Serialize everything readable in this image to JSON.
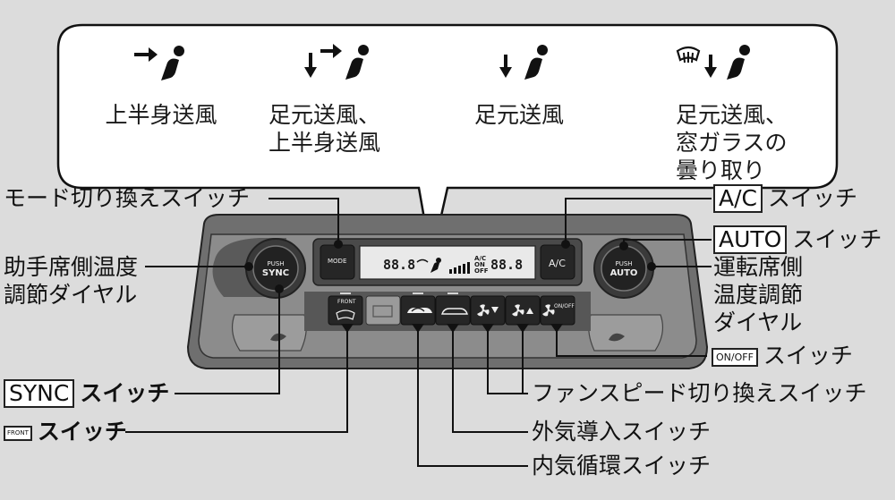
{
  "modes": [
    {
      "lines": [
        "上半身送風"
      ]
    },
    {
      "lines": [
        "足元送風、",
        "上半身送風"
      ]
    },
    {
      "lines": [
        "足元送風"
      ]
    },
    {
      "lines": [
        "足元送風、",
        "窓ガラスの",
        "曇り取り"
      ]
    }
  ],
  "callouts": {
    "mode_switch": "モード切り換えスイッチ",
    "passenger_dial": [
      "助手席側温度",
      "調節ダイヤル"
    ],
    "ac_box": "A/C",
    "ac_suffix": "スイッチ",
    "auto_box": "AUTO",
    "auto_suffix": "スイッチ",
    "driver_dial": [
      "運転席側",
      "温度調節",
      "ダイヤル"
    ],
    "fan_onoff_box": "ON/OFF",
    "fan_onoff_suffix": "スイッチ",
    "fan_speed": "ファンスピード切り換えスイッチ",
    "fresh_air": "外気導入スイッチ",
    "recirc": "内気循環スイッチ",
    "sync_box": "SYNC",
    "sync_suffix": "スイッチ",
    "front_defrost_box": "FRONT",
    "front_defrost_suffix": "スイッチ"
  },
  "panel": {
    "display_left": "88.8",
    "display_right": "88.8",
    "display_ac": "A/C",
    "display_on": "ON",
    "display_off": "OFF",
    "mode_btn": "MODE",
    "ac_btn": "A/C",
    "left_knob_top": "PUSH",
    "left_knob_bottom": "SYNC",
    "right_knob_top": "PUSH",
    "right_knob_bottom": "AUTO",
    "front_btn": "FRONT",
    "fan_onoff_btn": "ON/OFF"
  }
}
